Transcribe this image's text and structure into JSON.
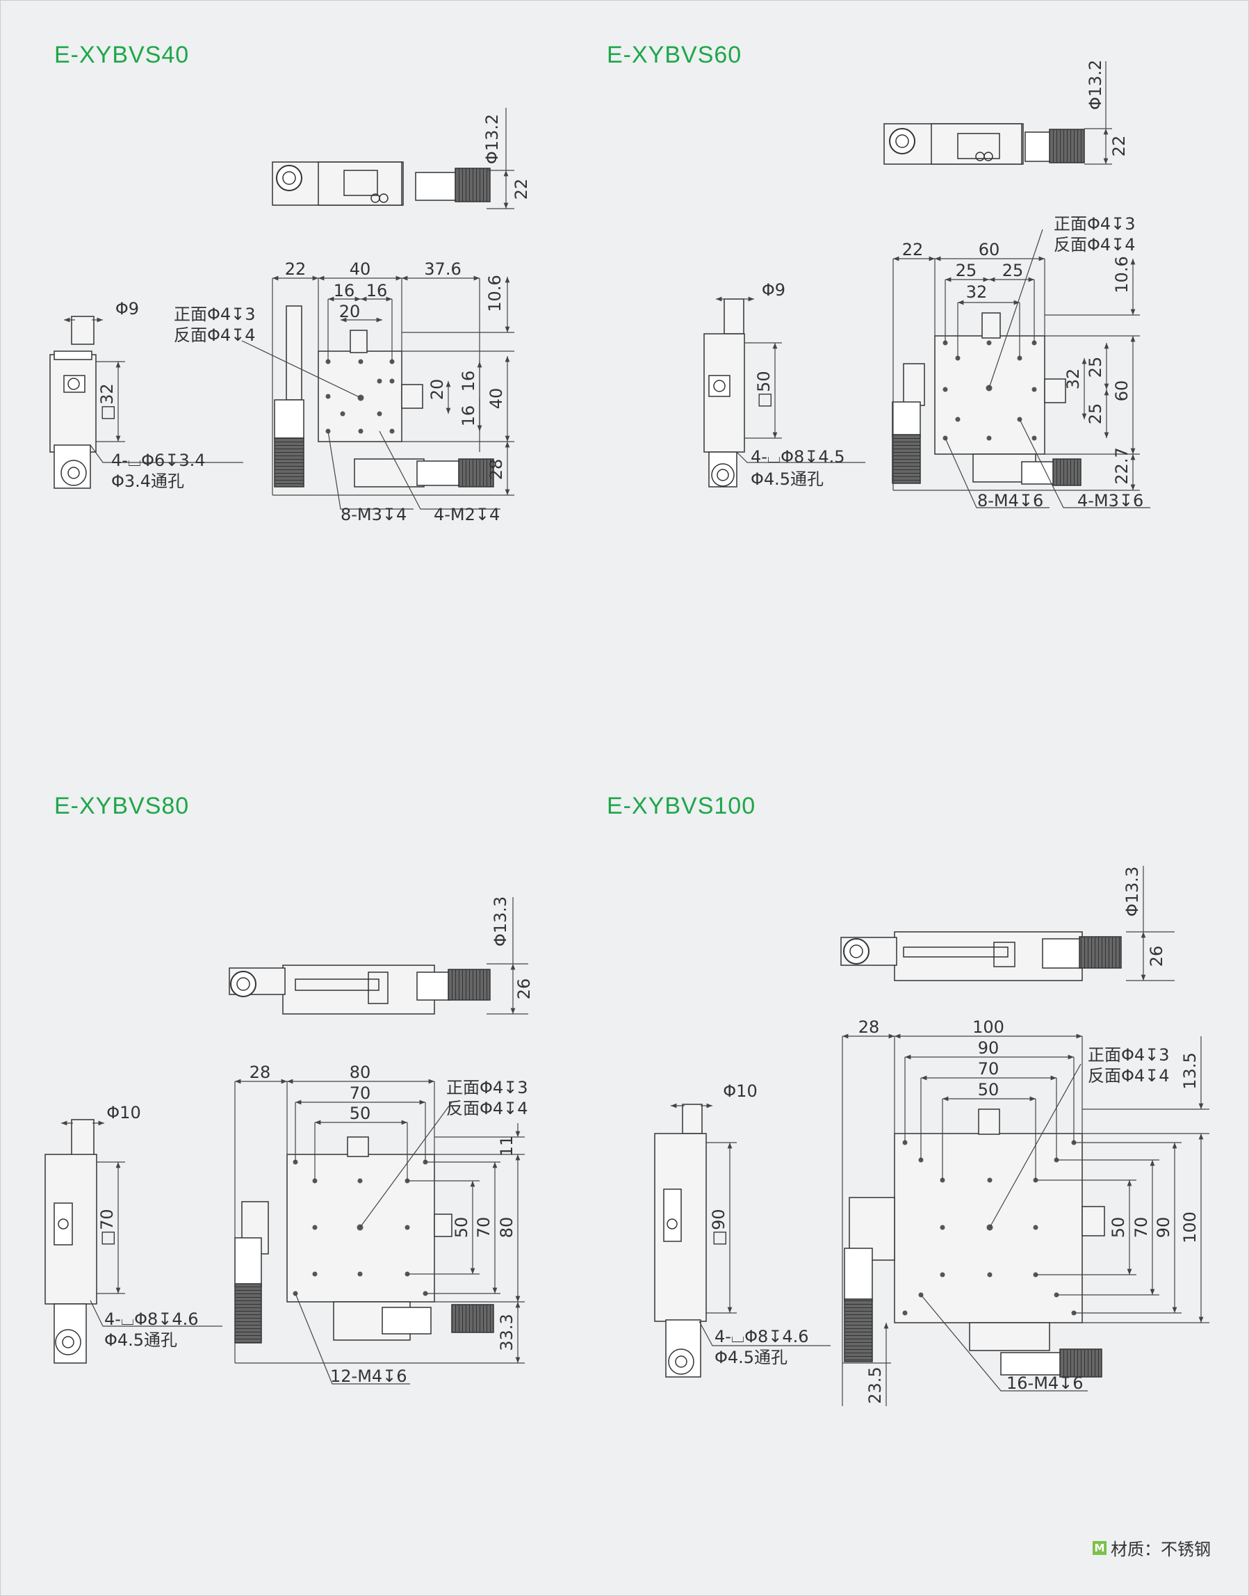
{
  "models": [
    {
      "title": "E-XYBVS40",
      "dims": {
        "d1": "Φ13.2",
        "d2": "22",
        "d3": "22",
        "d4": "40",
        "d5": "37.6",
        "d6": "16",
        "d7": "16",
        "d8": "20",
        "d9": "10.6",
        "d10": "20",
        "d11": "16",
        "d12": "16",
        "d13": "40",
        "d14": "28",
        "d15": "Φ9",
        "d16": "□32"
      },
      "notes": {
        "front": "正面Φ4↧3",
        "back": "反面Φ4↧4",
        "hole1": "4-⌴Φ6↧3.4",
        "hole2": "Φ3.4通孔",
        "tap1": "8-M3↧4",
        "tap2": "4-M2↧4"
      }
    },
    {
      "title": "E-XYBVS60",
      "dims": {
        "d1": "Φ13.2",
        "d2": "22",
        "d3": "22",
        "d4": "60",
        "d5": "25",
        "d6": "25",
        "d7": "32",
        "d8": "10.6",
        "d9": "32",
        "d10": "25",
        "d11": "25",
        "d12": "60",
        "d13": "22.7",
        "d14": "Φ9",
        "d15": "□50"
      },
      "notes": {
        "front": "正面Φ4↧3",
        "back": "反面Φ4↧4",
        "hole1": "4-⌴Φ8↧4.5",
        "hole2": "Φ4.5通孔",
        "tap1": "8-M4↧6",
        "tap2": "4-M3↧6"
      }
    },
    {
      "title": "E-XYBVS80",
      "dims": {
        "d1": "Φ13.3",
        "d2": "26",
        "d3": "28",
        "d4": "80",
        "d5": "70",
        "d6": "50",
        "d7": "11",
        "d8": "50",
        "d9": "70",
        "d10": "80",
        "d11": "33.3",
        "d12": "Φ10",
        "d13": "□70"
      },
      "notes": {
        "front": "正面Φ4↧3",
        "back": "反面Φ4↧4",
        "hole1": "4-⌴Φ8↧4.6",
        "hole2": "Φ4.5通孔",
        "tap1": "12-M4↧6"
      }
    },
    {
      "title": "E-XYBVS100",
      "dims": {
        "d1": "Φ13.3",
        "d2": "26",
        "d3": "28",
        "d4": "100",
        "d5": "90",
        "d6": "70",
        "d7": "50",
        "d8": "13.5",
        "d9": "50",
        "d10": "70",
        "d11": "90",
        "d12": "100",
        "d13": "23.5",
        "d14": "Φ10",
        "d15": "□90"
      },
      "notes": {
        "front": "正面Φ4↧3",
        "back": "反面Φ4↧4",
        "hole1": "4-⌴Φ8↧4.6",
        "hole2": "Φ4.5通孔",
        "tap1": "16-M4↧6"
      }
    }
  ],
  "footer": {
    "badge": "M",
    "text": "材质：不锈钢"
  },
  "colors": {
    "title": "#1ea64a",
    "line": "#555555",
    "part_fill": "#f4f4f4",
    "part_stroke": "#333333"
  }
}
